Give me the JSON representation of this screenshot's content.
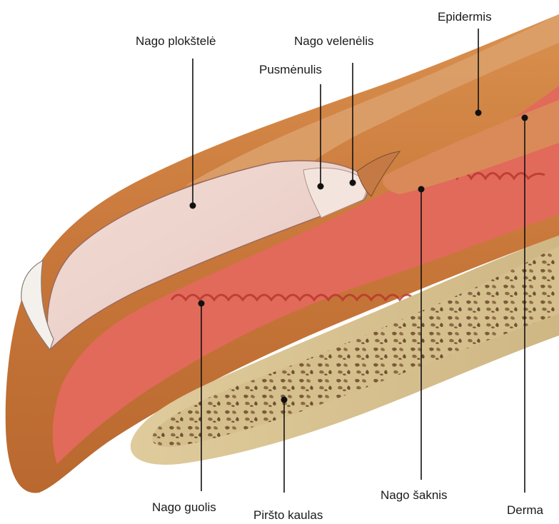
{
  "labels": {
    "nail_plate": "Nago plokštelė",
    "nail_fold": "Nago velenėlis",
    "epidermis": "Epidermis",
    "lunula": "Pusmėnulis",
    "nail_bed": "Nago guolis",
    "finger_bone": "Piršto kaulas",
    "nail_root": "Nago šaknis",
    "dermis": "Derma"
  },
  "colors": {
    "skin_outer": "#c8773a",
    "skin_light": "#e0a068",
    "dermis_red": "#e2685a",
    "dermis_deep": "#c84a3c",
    "nail_plate": "#ecd3cc",
    "bone": "#d8c392",
    "bone_spongy": "#8a6a45",
    "background": "#ffffff"
  }
}
